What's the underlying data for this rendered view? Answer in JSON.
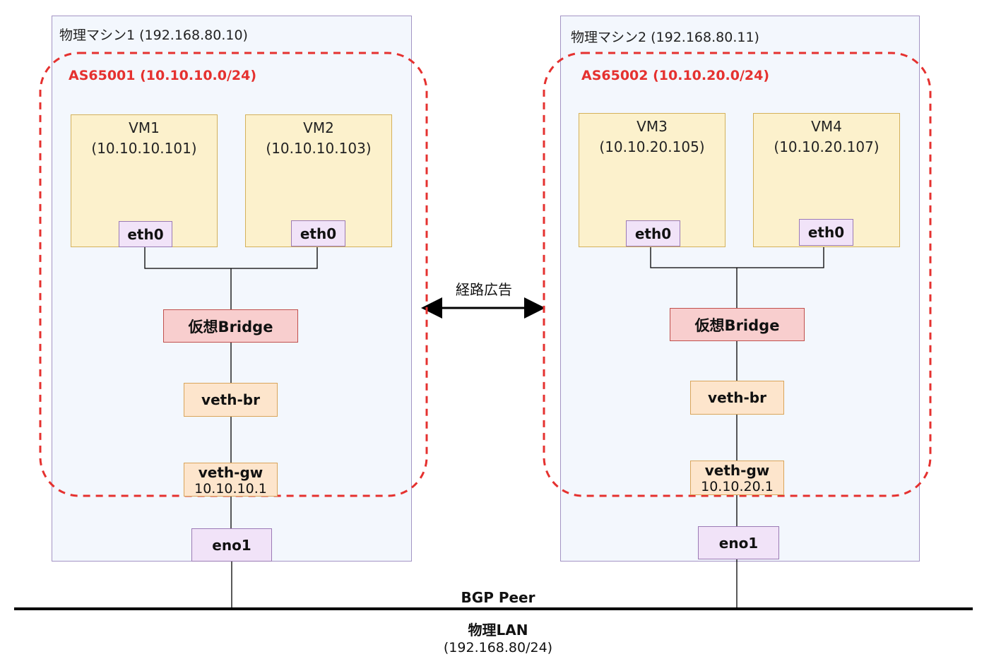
{
  "machine1": {
    "title": "物理マシン1 (192.168.80.10)",
    "as_label": "AS65001 (10.10.10.0/24)",
    "vms": [
      {
        "name": "VM1",
        "ip": "(10.10.10.101)",
        "eth": "eth0"
      },
      {
        "name": "VM2",
        "ip": "(10.10.10.103)",
        "eth": "eth0"
      }
    ],
    "bridge": "仮想Bridge",
    "veth_br": "veth-br",
    "veth_gw": {
      "name": "veth-gw",
      "ip": "10.10.10.1"
    },
    "eno": "eno1"
  },
  "machine2": {
    "title": "物理マシン2 (192.168.80.11)",
    "as_label": "AS65002 (10.10.20.0/24)",
    "vms": [
      {
        "name": "VM3",
        "ip": "(10.10.20.105)",
        "eth": "eth0"
      },
      {
        "name": "VM4",
        "ip": "(10.10.20.107)",
        "eth": "eth0"
      }
    ],
    "bridge": "仮想Bridge",
    "veth_br": "veth-br",
    "veth_gw": {
      "name": "veth-gw",
      "ip": "10.10.20.1"
    },
    "eno": "eno1"
  },
  "route_advertisement": "経路広告",
  "bgp_peer": "BGP Peer",
  "lan": {
    "label": "物理LAN",
    "subnet": "(192.168.80/24)"
  },
  "colors": {
    "machine_bg": "#f3f7fd",
    "machine_border": "#a394c4",
    "as_dashed": "#e5312f",
    "vm_bg": "#fcf1cc",
    "eth_bg": "#f1e3f8",
    "bridge_bg": "#f8cece",
    "veth_bg": "#fde5cc"
  }
}
